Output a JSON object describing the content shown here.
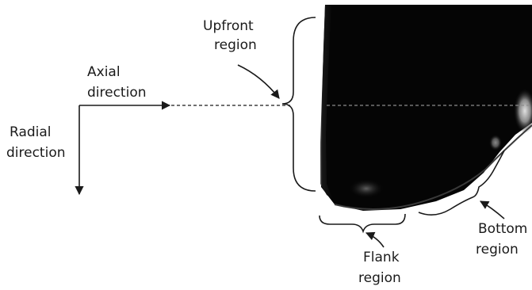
{
  "labels": {
    "upfront": [
      "Upfront",
      "region"
    ],
    "axial": [
      "Axial",
      "direction"
    ],
    "radial": [
      "Radial",
      "direction"
    ],
    "flank": [
      "Flank",
      "region"
    ],
    "bottom": [
      "Bottom",
      "region"
    ]
  },
  "colors": {
    "background": "#ffffff",
    "line": "#1a1a1a",
    "photo_dark": "#050505",
    "photo_highlight": "#cfcfcf"
  }
}
